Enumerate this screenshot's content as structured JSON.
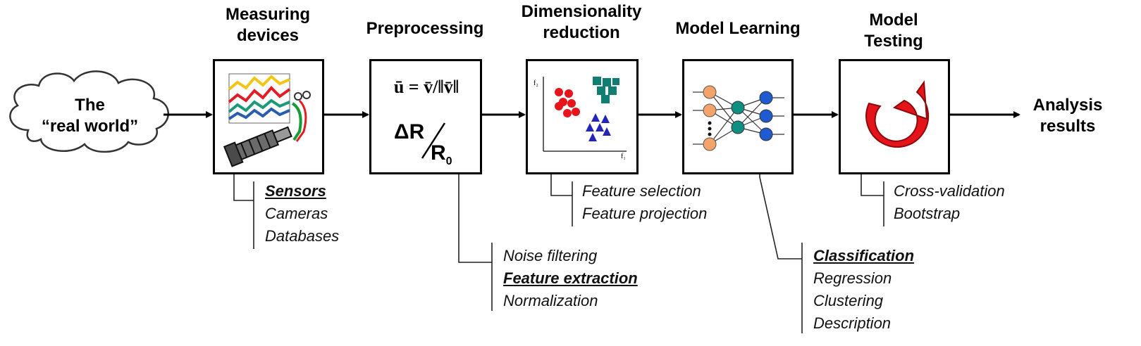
{
  "input_label": {
    "line1": "The",
    "line2": "“real world”"
  },
  "output_label": {
    "line1": "Analysis",
    "line2": "results"
  },
  "stages": [
    {
      "title": "Measuring\ndevices",
      "icon": "sensor-signals-icon",
      "annotations": [
        {
          "text": "Sensors",
          "emphasis": true
        },
        {
          "text": "Cameras",
          "emphasis": false
        },
        {
          "text": "Databases",
          "emphasis": false
        }
      ]
    },
    {
      "title": "Preprocessing",
      "icon": "formula-icon",
      "annotations": [
        {
          "text": "Noise filtering",
          "emphasis": false
        },
        {
          "text": "Feature extraction",
          "emphasis": true
        },
        {
          "text": "Normalization",
          "emphasis": false
        }
      ]
    },
    {
      "title": "Dimensionality\nreduction",
      "icon": "scatter-clusters-icon",
      "annotations": [
        {
          "text": "Feature selection",
          "emphasis": false
        },
        {
          "text": "Feature projection",
          "emphasis": false
        }
      ]
    },
    {
      "title": "Model Learning",
      "icon": "neural-network-icon",
      "annotations": [
        {
          "text": "Classification",
          "emphasis": true
        },
        {
          "text": "Regression",
          "emphasis": false
        },
        {
          "text": "Clustering",
          "emphasis": false
        },
        {
          "text": "Description",
          "emphasis": false
        }
      ]
    },
    {
      "title": "Model\nTesting",
      "icon": "circular-arrow-icon",
      "annotations": [
        {
          "text": "Cross-validation",
          "emphasis": false
        },
        {
          "text": "Bootstrap",
          "emphasis": false
        }
      ]
    }
  ],
  "formula": {
    "line1": "ū = v̄/‖v̄‖",
    "dR": "ΔR",
    "R0": "R",
    "sub": "0"
  },
  "scatter_axes": {
    "x": "f₁",
    "y": "f₂"
  },
  "colors": {
    "red": "#e8141b",
    "teal": "#0f7f73",
    "navy": "#2424b8",
    "orange": "#f4a46b",
    "blue": "#1f5bcf",
    "green": "#0f8f82",
    "arrow_red": "#e5141b"
  }
}
